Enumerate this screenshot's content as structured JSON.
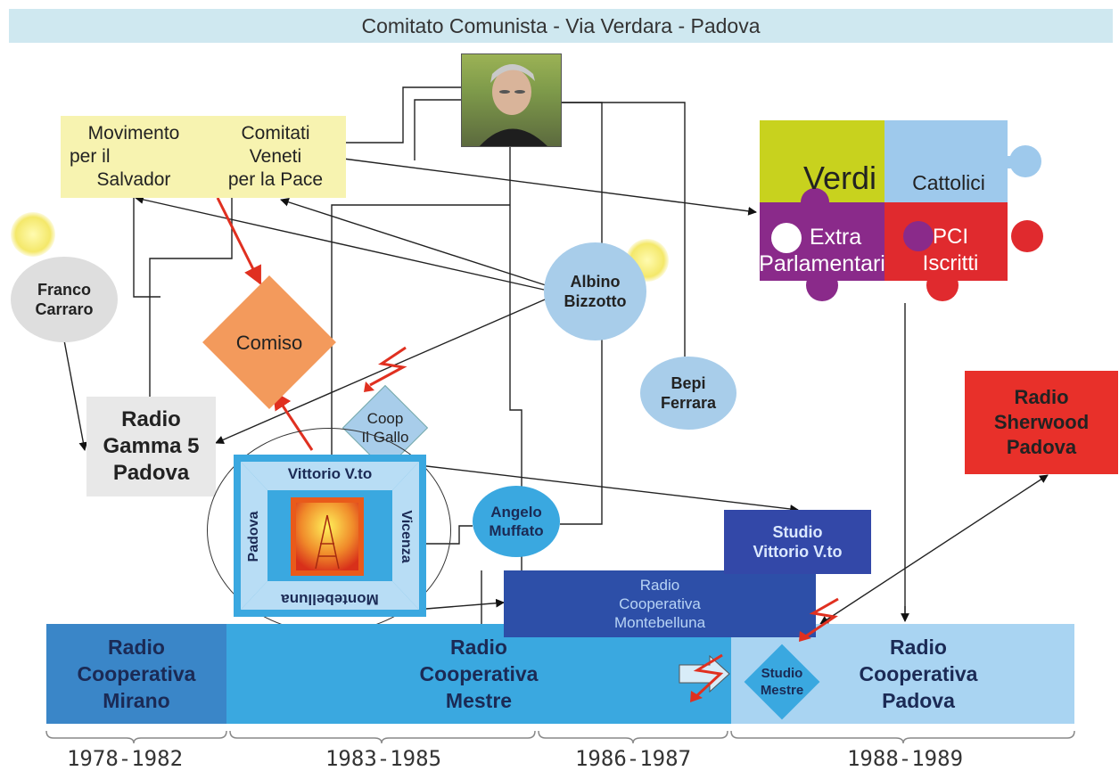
{
  "title": "Comitato Comunista - Via Verdara - Padova",
  "movimento": [
    "Movimento",
    "per il",
    "Salvador"
  ],
  "comitati": [
    "Comitati",
    "Veneti",
    "per la Pace"
  ],
  "puzzle": {
    "verdi": "Verdi",
    "cattolici": "Cattolici",
    "extra": [
      "Extra",
      "Parlamentari"
    ],
    "pci": [
      "PCI",
      "Iscritti"
    ]
  },
  "franco": [
    "Franco",
    "Carraro"
  ],
  "comiso": "Comiso",
  "albino": [
    "Albino",
    "Bizzotto"
  ],
  "bepi": [
    "Bepi",
    "Ferrara"
  ],
  "gamma": [
    "Radio",
    "Gamma 5",
    "Padova"
  ],
  "coop_gallo": [
    "Coop",
    "Il Gallo"
  ],
  "sherwood": [
    "Radio",
    "Sherwood",
    "Padova"
  ],
  "square": {
    "top": "Vittorio V.to",
    "left": "Padova",
    "right": "Vicenza",
    "bottom": "Montebelluna"
  },
  "angelo": [
    "Angelo",
    "Muffato"
  ],
  "studio_vittorio": [
    "Studio",
    "Vittorio V.to"
  ],
  "montebelluna": [
    "Radio",
    "Cooperativa",
    "Montebelluna"
  ],
  "mirano": [
    "Radio",
    "Cooperativa",
    "Mirano"
  ],
  "mestre": [
    "Radio",
    "Cooperativa",
    "Mestre"
  ],
  "studio_mestre": [
    "Studio",
    "Mestre"
  ],
  "padova_coop": [
    "Radio",
    "Cooperativa",
    "Padova"
  ],
  "years": [
    "1978-1982",
    "1983-1985",
    "1986-1987",
    "1988-1989"
  ],
  "colors": {
    "title_bar": "#cfe8f0",
    "yellow_box": "#f7f3b0",
    "mirano": "#3a86c8",
    "mestre": "#3aa8e0",
    "padova": "#a9d4f2",
    "montebelluna": "#2d4fa8",
    "studio_vittorio": "#3348a8",
    "sherwood": "#e8302a",
    "comiso": "#f39a5c",
    "bubble": "#a8cdea",
    "puzzle_verdi": "#c8d21e",
    "puzzle_cattolici": "#9ec9ec",
    "puzzle_extra": "#8a2a8a",
    "puzzle_pci": "#e02a2e",
    "arrow_red": "#e03020"
  }
}
